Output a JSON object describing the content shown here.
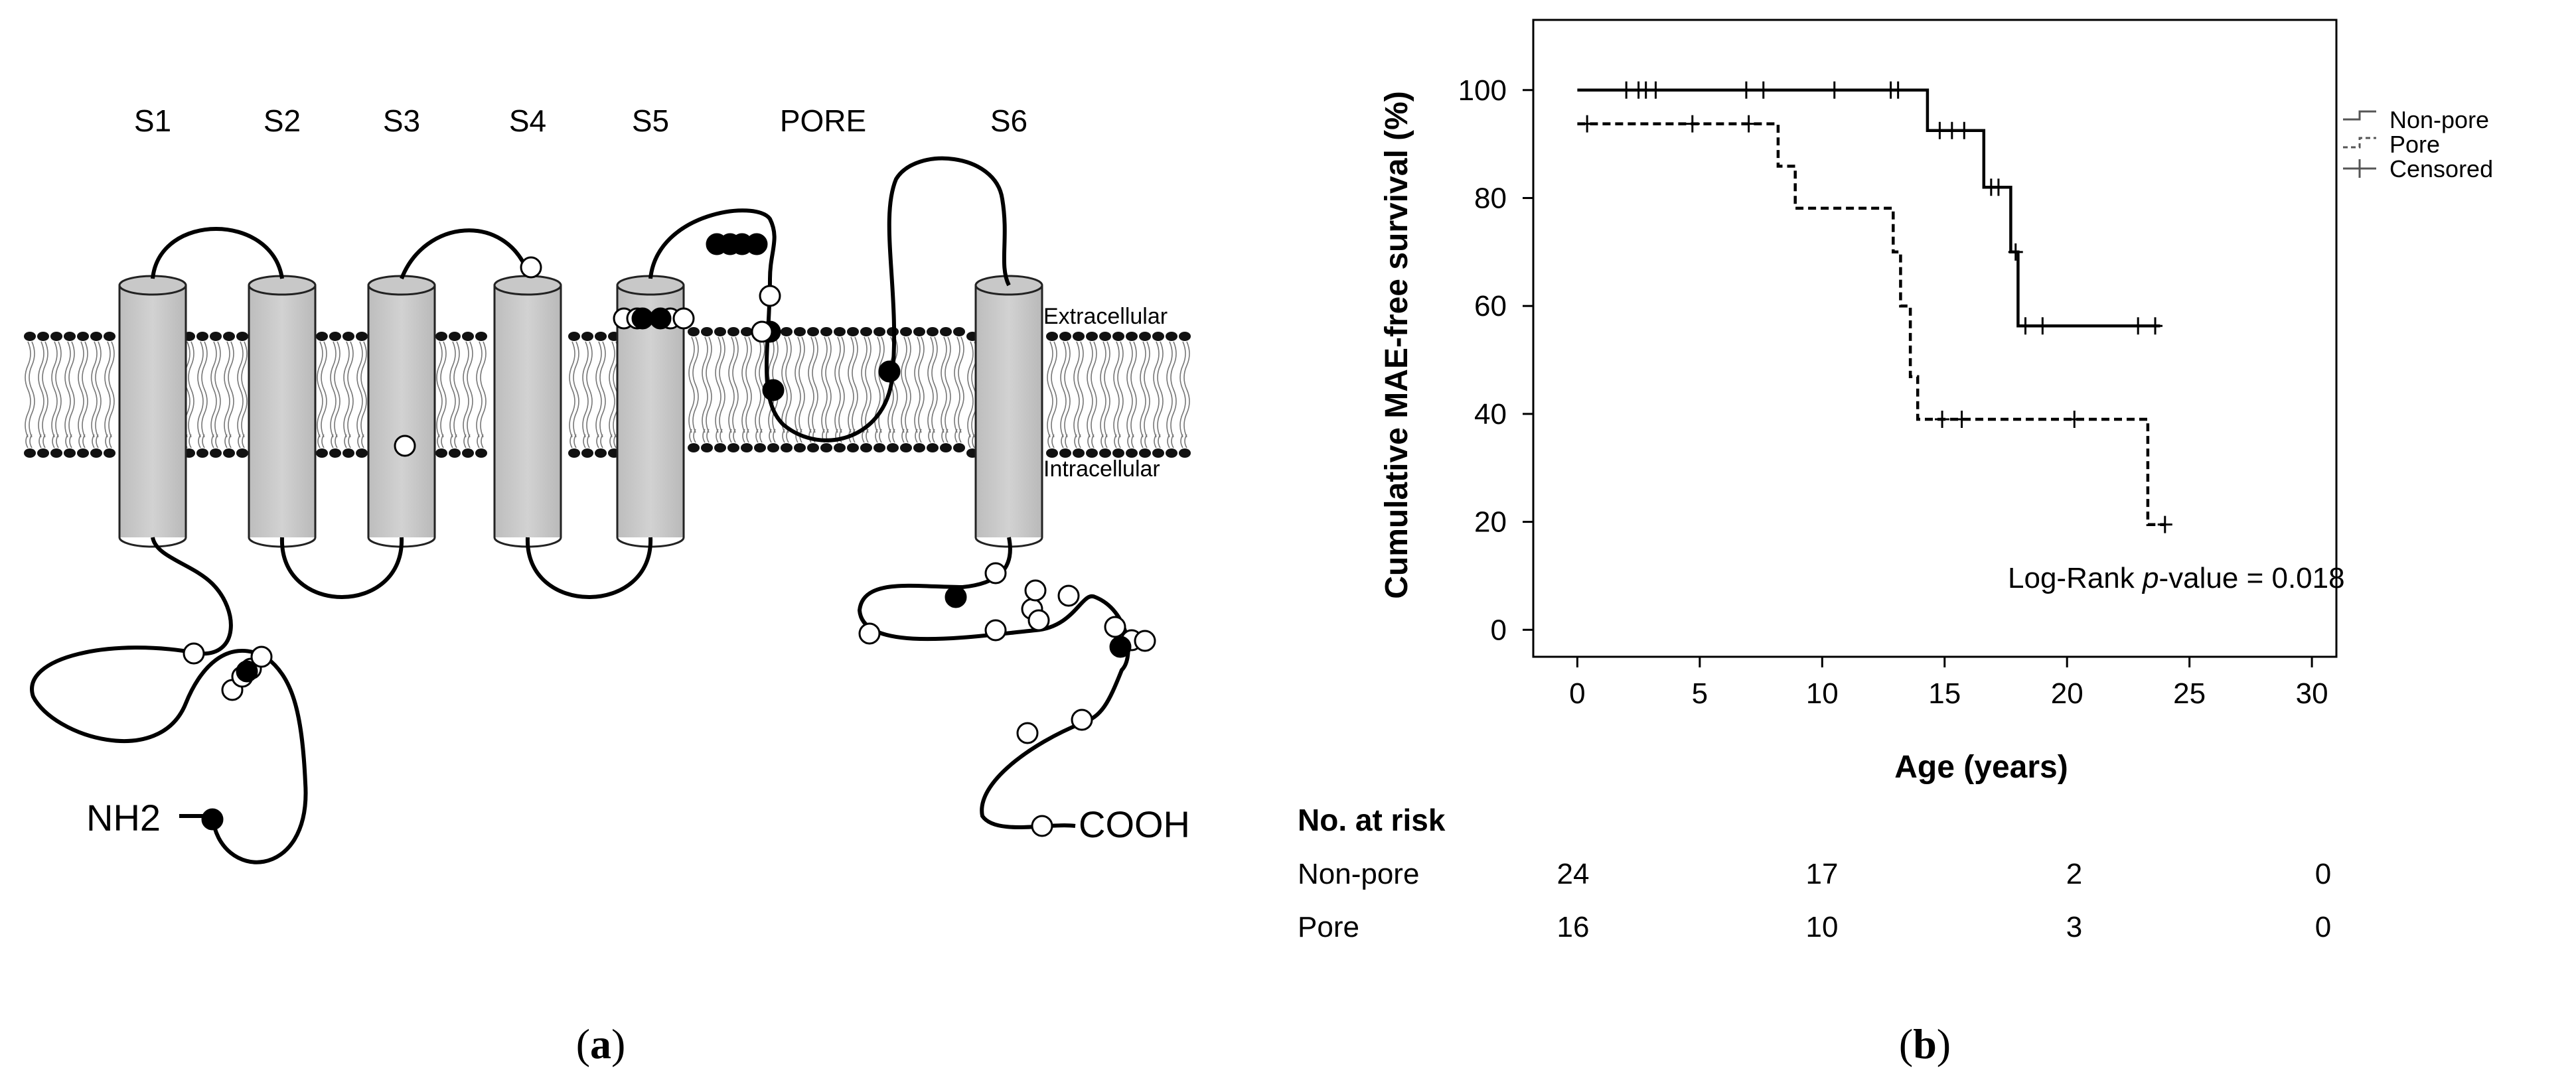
{
  "panel_a": {
    "segment_labels": [
      "S1",
      "S2",
      "S3",
      "S4",
      "S5",
      "PORE",
      "S6"
    ],
    "extracellular": "Extracellular",
    "intracellular": "Intracellular",
    "n_terminus": "NH2",
    "c_terminus": "COOH",
    "caption_letter": "a"
  },
  "panel_b": {
    "caption_letter": "b",
    "annotation_prefix": "Log-Rank ",
    "annotation_italic": "p",
    "annotation_suffix": "-value = 0.018",
    "legend": [
      {
        "label": "Non-pore",
        "symbol": "step-solid"
      },
      {
        "label": "Pore",
        "symbol": "step-dashed"
      },
      {
        "label": "Censored",
        "symbol": "plus"
      }
    ],
    "risk_table": {
      "title": "No. at risk",
      "time_points": [
        0,
        10,
        20,
        30
      ],
      "rows": [
        {
          "group": "Non-pore",
          "counts": [
            "24",
            "17",
            "2",
            "0"
          ]
        },
        {
          "group": "Pore",
          "counts": [
            "16",
            "10",
            "3",
            "0"
          ]
        }
      ]
    }
  },
  "chart_data": {
    "type": "line",
    "subtype": "kaplan-meier step",
    "xlabel": "Age (years)",
    "ylabel": "Cumulative MAE-free survival (%)",
    "xlim": [
      -1.8,
      31
    ],
    "ylim": [
      -5,
      113
    ],
    "xticks": [
      0,
      5,
      10,
      15,
      20,
      25,
      30
    ],
    "yticks": [
      0,
      20,
      40,
      60,
      80,
      100
    ],
    "grid": false,
    "legend_position": "right",
    "series": [
      {
        "name": "Non-pore",
        "line_style": "solid",
        "color": "#000000",
        "x": [
          0,
          14.3,
          14.3,
          16.6,
          16.6,
          17.7,
          17.7,
          18.0,
          18.0,
          23.8
        ],
        "y": [
          100,
          100,
          92.5,
          92.5,
          82,
          82,
          70,
          70,
          56.3,
          56.3
        ],
        "censored_x": [
          2.0,
          2.5,
          2.8,
          3.2,
          6.9,
          7.6,
          10.5,
          12.8,
          13.1,
          14.8,
          15.3,
          15.8,
          16.9,
          17.2,
          17.9,
          18.3,
          19.0,
          22.9,
          23.6
        ],
        "censored_y": [
          100,
          100,
          100,
          100,
          100,
          100,
          100,
          100,
          100,
          92.5,
          92.5,
          92.5,
          82,
          82,
          70,
          56.3,
          56.3,
          56.3,
          56.3
        ]
      },
      {
        "name": "Pore",
        "line_style": "dashed",
        "color": "#000000",
        "x": [
          0,
          8.2,
          8.2,
          8.9,
          8.9,
          12.9,
          12.9,
          13.2,
          13.2,
          13.6,
          13.6,
          13.9,
          13.9,
          23.3,
          23.3,
          24.0
        ],
        "y": [
          93.75,
          93.75,
          85.9,
          85.9,
          78.1,
          78.1,
          70,
          70,
          60,
          60,
          46.9,
          46.9,
          39,
          39,
          19.5,
          19.5
        ],
        "censored_x": [
          0.4,
          4.7,
          7.0,
          14.9,
          15.7,
          20.3,
          24.0
        ],
        "censored_y": [
          93.75,
          93.75,
          93.75,
          39,
          39,
          39,
          19.5
        ]
      }
    ]
  }
}
